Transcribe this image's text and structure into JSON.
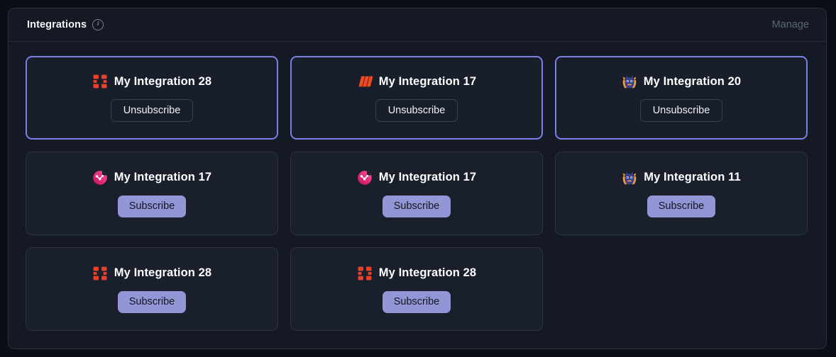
{
  "panel": {
    "title": "Integrations",
    "info_icon": "info-circle-icon",
    "manage_label": "Manage",
    "background": "#141923",
    "border_color": "#2a3040"
  },
  "colors": {
    "page_background": "#0b0e15",
    "card_background": "#19202c",
    "card_border": "#2c3342",
    "card_selected_border": "#7b7fe8",
    "subscribe_button": "#9296d6",
    "subscribe_text": "#14161d",
    "unsubscribe_border": "#39404f",
    "title_text": "#ffffff",
    "manage_text": "#5d6676"
  },
  "buttons": {
    "subscribe_label": "Subscribe",
    "unsubscribe_label": "Unsubscribe"
  },
  "cards": [
    {
      "title": "My Integration 28",
      "icon": "red-grid-squares-icon",
      "subscribed": true,
      "action_label": "Unsubscribe"
    },
    {
      "title": "My Integration 17",
      "icon": "orange-slanted-bars-icon",
      "subscribed": true,
      "action_label": "Unsubscribe"
    },
    {
      "title": "My Integration 20",
      "icon": "blue-mascot-icon",
      "subscribed": true,
      "action_label": "Unsubscribe"
    },
    {
      "title": "My Integration 17",
      "icon": "pink-circle-node-icon",
      "subscribed": false,
      "action_label": "Subscribe"
    },
    {
      "title": "My Integration 17",
      "icon": "pink-circle-node-icon",
      "subscribed": false,
      "action_label": "Subscribe"
    },
    {
      "title": "My Integration 11",
      "icon": "blue-mascot-icon",
      "subscribed": false,
      "action_label": "Subscribe"
    },
    {
      "title": "My Integration 28",
      "icon": "red-grid-squares-icon",
      "subscribed": false,
      "action_label": "Subscribe"
    },
    {
      "title": "My Integration 28",
      "icon": "red-grid-squares-icon",
      "subscribed": false,
      "action_label": "Subscribe"
    }
  ]
}
